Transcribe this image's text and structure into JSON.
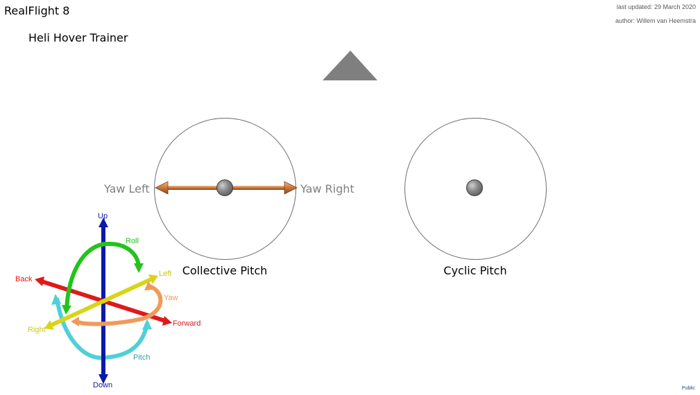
{
  "header": {
    "app_title": "RealFlight 8",
    "subtitle": "Heli Hover Trainer",
    "last_updated": "last updated: 29 March 2020",
    "author": "author: Willem van Heemstra"
  },
  "sticks": {
    "left": {
      "label": "Collective Pitch",
      "arrow_left_label": "Yaw Left",
      "arrow_right_label": "Yaw Right"
    },
    "right": {
      "label": "Cyclic Pitch"
    }
  },
  "axes_diagram": {
    "up": "Up",
    "down": "Down",
    "roll": "Roll",
    "left": "Left",
    "right": "Right",
    "back": "Back",
    "forward": "Forward",
    "yaw": "Yaw",
    "pitch": "Pitch"
  },
  "footer": {
    "classification": "Public"
  },
  "colors": {
    "indicator_triangle": "#7f7f7f",
    "yaw_arrow": "#c8773a",
    "up_down_axis": "#0a1aa8",
    "roll": "#22c41a",
    "left_right_axis": "#d8d41a",
    "back_forward_axis": "#e0191a",
    "yaw_arc": "#f09a5a",
    "pitch_arc": "#4fd0d8"
  }
}
